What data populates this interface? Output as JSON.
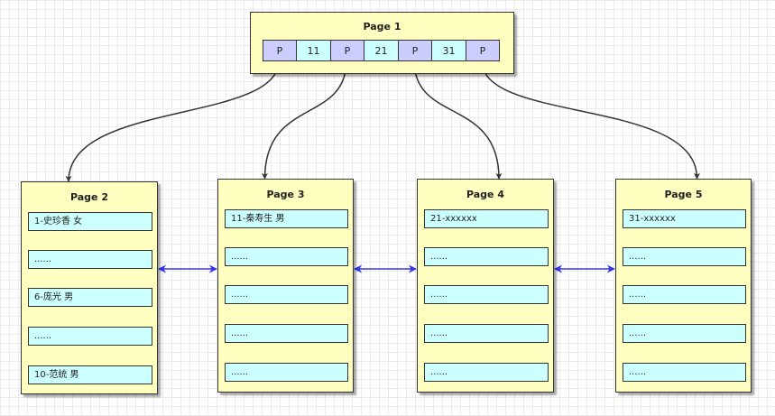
{
  "root": {
    "title": "Page 1",
    "cells": [
      {
        "type": "pointer",
        "text": "P"
      },
      {
        "type": "key",
        "text": "11"
      },
      {
        "type": "pointer",
        "text": "P"
      },
      {
        "type": "key",
        "text": "21"
      },
      {
        "type": "pointer",
        "text": "P"
      },
      {
        "type": "key",
        "text": "31"
      },
      {
        "type": "pointer",
        "text": "P"
      }
    ]
  },
  "leaves": [
    {
      "title": "Page 2",
      "rows": [
        "1-史珍香 女",
        "......",
        "6-庞光 男",
        "......",
        "10-范统 男"
      ]
    },
    {
      "title": "Page 3",
      "rows": [
        "11-秦寿生 男",
        "......",
        "......",
        "......",
        "......"
      ]
    },
    {
      "title": "Page 4",
      "rows": [
        "21-xxxxxx",
        "......",
        "......",
        "......",
        "......"
      ]
    },
    {
      "title": "Page 5",
      "rows": [
        "31-xxxxxx",
        "......",
        "......",
        "......",
        "......"
      ]
    }
  ],
  "colors": {
    "page_fill": "#ffffc0",
    "pointer_fill": "#ccccff",
    "key_fill": "#ccffff",
    "row_fill": "#ccffff",
    "tree_link": "#333333",
    "row_arrow": "#8888ff",
    "sibling_link": "#3333ee"
  }
}
